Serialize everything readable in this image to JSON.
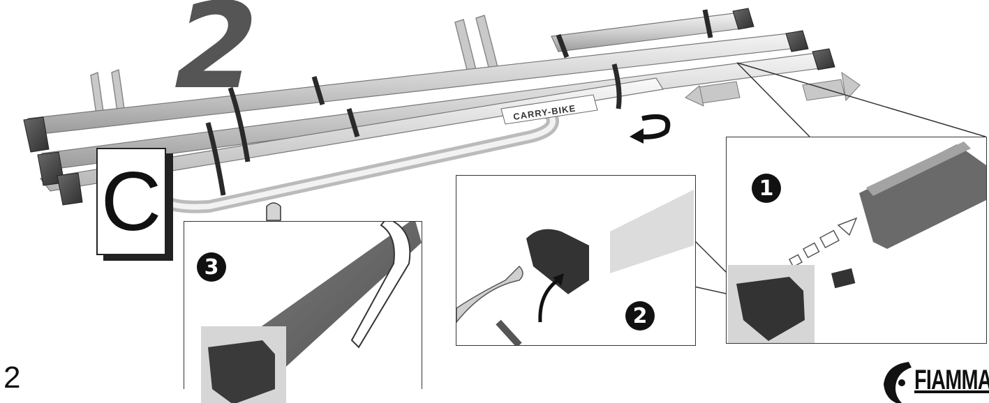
{
  "step": {
    "number": "2",
    "letter": "C"
  },
  "rack": {
    "sticker_text": "CARRY-BIKE"
  },
  "callouts": [
    {
      "id": "1",
      "glyph": "❶"
    },
    {
      "id": "2",
      "glyph": "❷"
    },
    {
      "id": "3",
      "glyph": "❸"
    }
  ],
  "footer": {
    "page_number": "2",
    "brand": "FIAMMA"
  },
  "icons": [
    "rotate-arrow-icon",
    "slide-left-arrow-icon",
    "slide-right-arrow-icon",
    "insert-arrow-icon",
    "lever-arrow-icon"
  ],
  "colors": {
    "ink": "#111111",
    "metal": "#d8d8d8",
    "rubber": "#444444",
    "step_grey": "#555555"
  }
}
